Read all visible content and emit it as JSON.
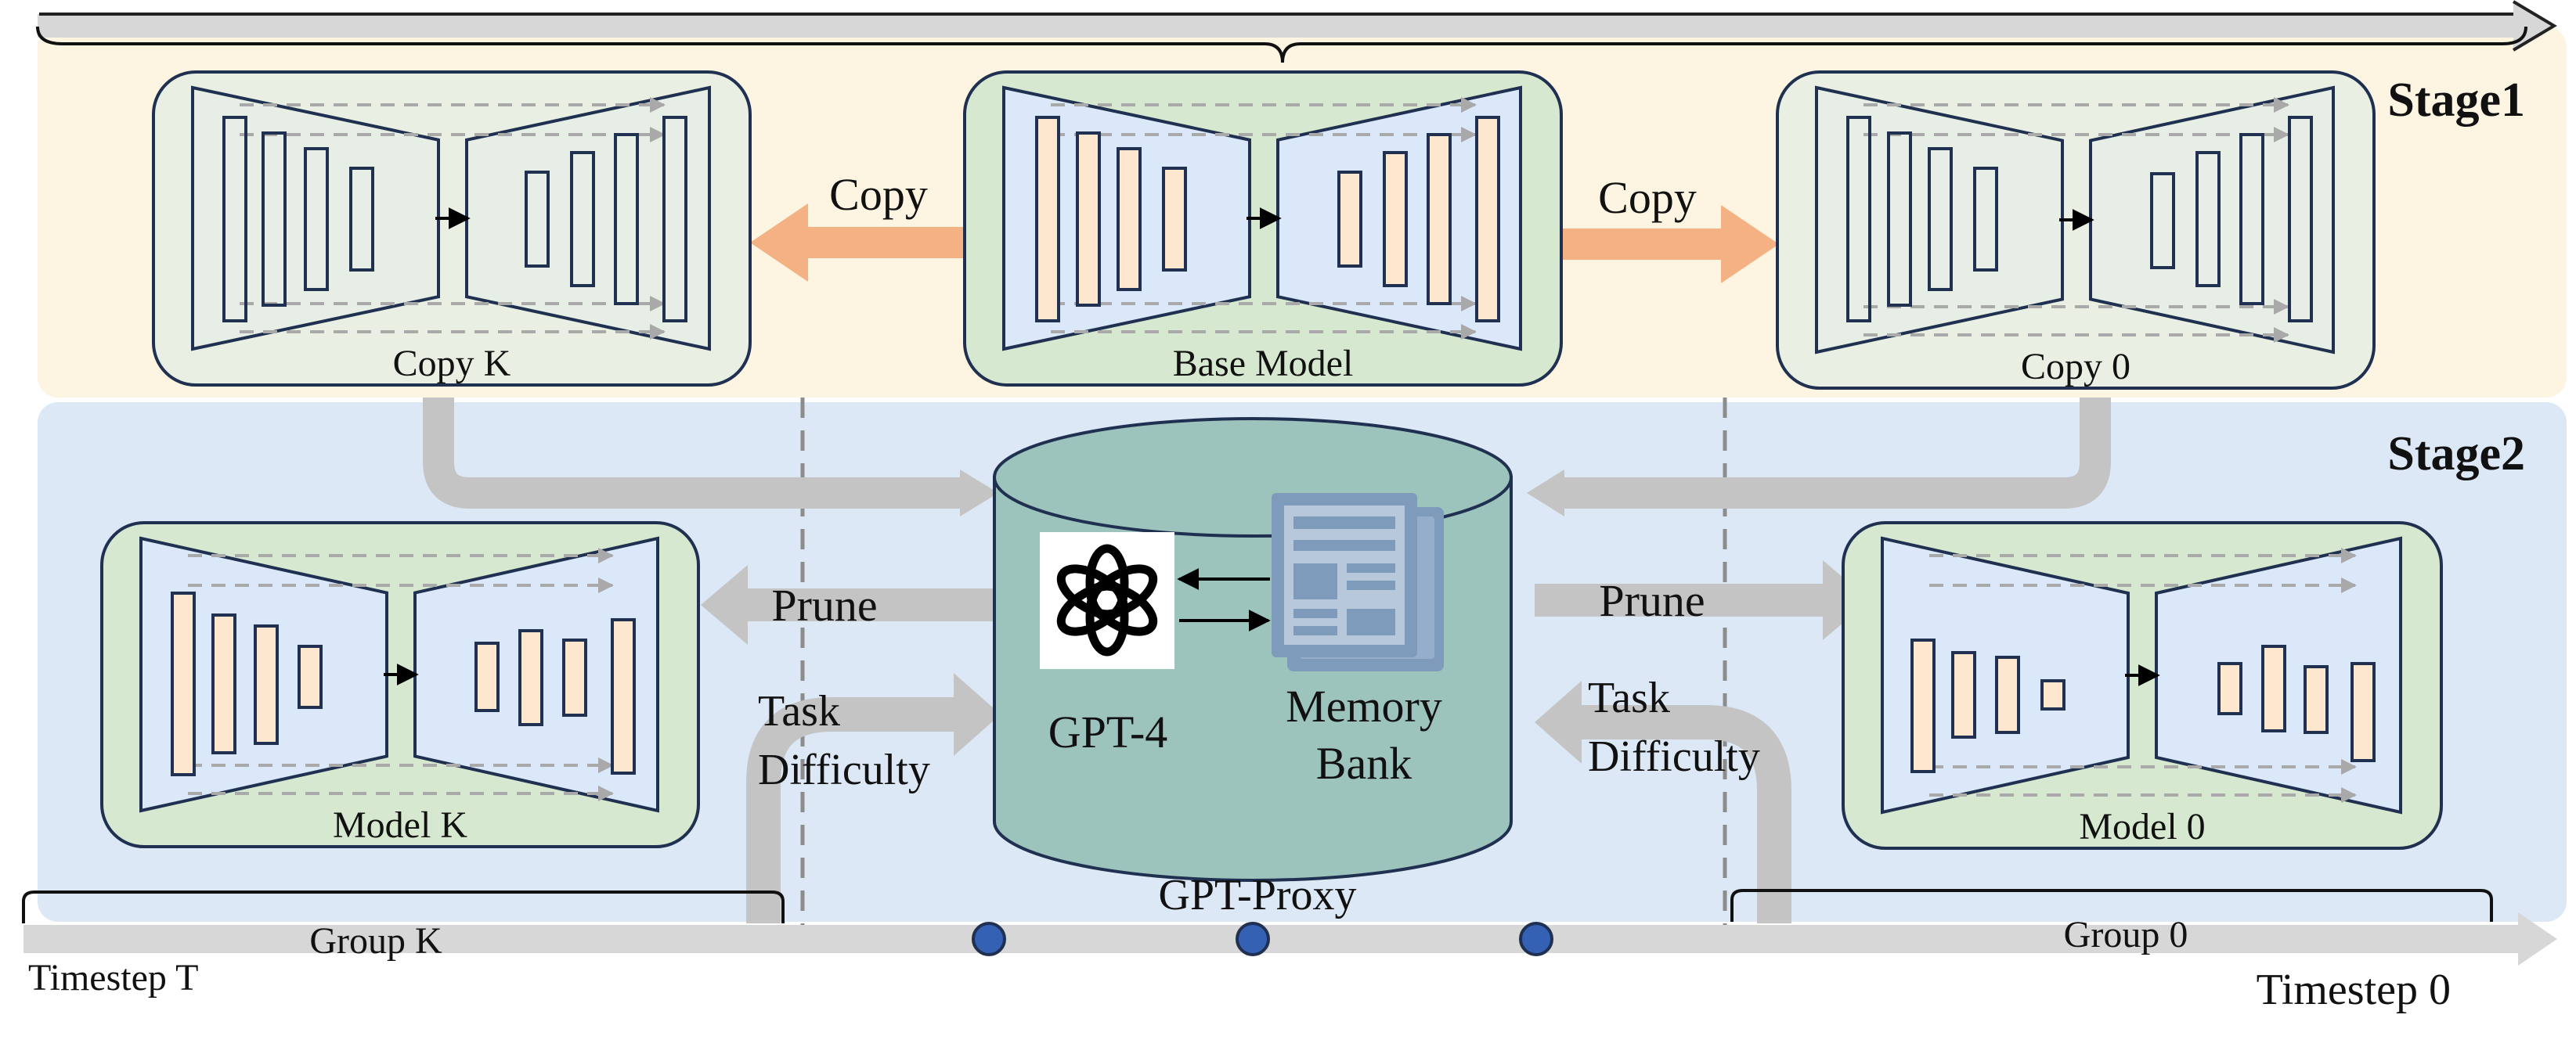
{
  "stage_labels": {
    "stage1": "Stage1",
    "stage2": "Stage2"
  },
  "stage1": {
    "copy_left_label": "Copy",
    "copy_right_label": "Copy",
    "units": [
      {
        "id": "copy-k",
        "caption": "Copy K"
      },
      {
        "id": "base-model",
        "caption": "Base Model"
      },
      {
        "id": "copy-0",
        "caption": "Copy 0"
      }
    ]
  },
  "stage2": {
    "prune_left_label": "Prune",
    "prune_right_label": "Prune",
    "task_left_line1": "Task",
    "task_left_line2": "Difficulty",
    "task_right_line1": "Task",
    "task_right_line2": "Difficulty",
    "proxy": {
      "gpt_label": "GPT-4",
      "memory_line1": "Memory",
      "memory_line2": "Bank",
      "caption": "GPT-Proxy"
    },
    "models": [
      {
        "id": "model-k",
        "caption": "Model K"
      },
      {
        "id": "model-0",
        "caption": "Model 0"
      }
    ]
  },
  "timeline": {
    "group_k": "Group K",
    "group_0": "Group 0",
    "timestep_start": "Timestep T",
    "timestep_end": "Timestep 0"
  },
  "colors": {
    "stage1_bg": "#fdf5e2",
    "stage2_bg": "#dce8f5",
    "unit_green": "#d6e8cf",
    "unit_pale": "#e9f0e3",
    "block_blue": "#dae8fa",
    "block_pale": "#e6eee6",
    "bar_cream": "#fde8cf",
    "copy_arrow": "#f4b183",
    "grey_arrow": "#c4c4c4",
    "proxy_teal": "#9dc3bd",
    "outline": "#1f3050",
    "dot_blue": "#3461b4"
  }
}
